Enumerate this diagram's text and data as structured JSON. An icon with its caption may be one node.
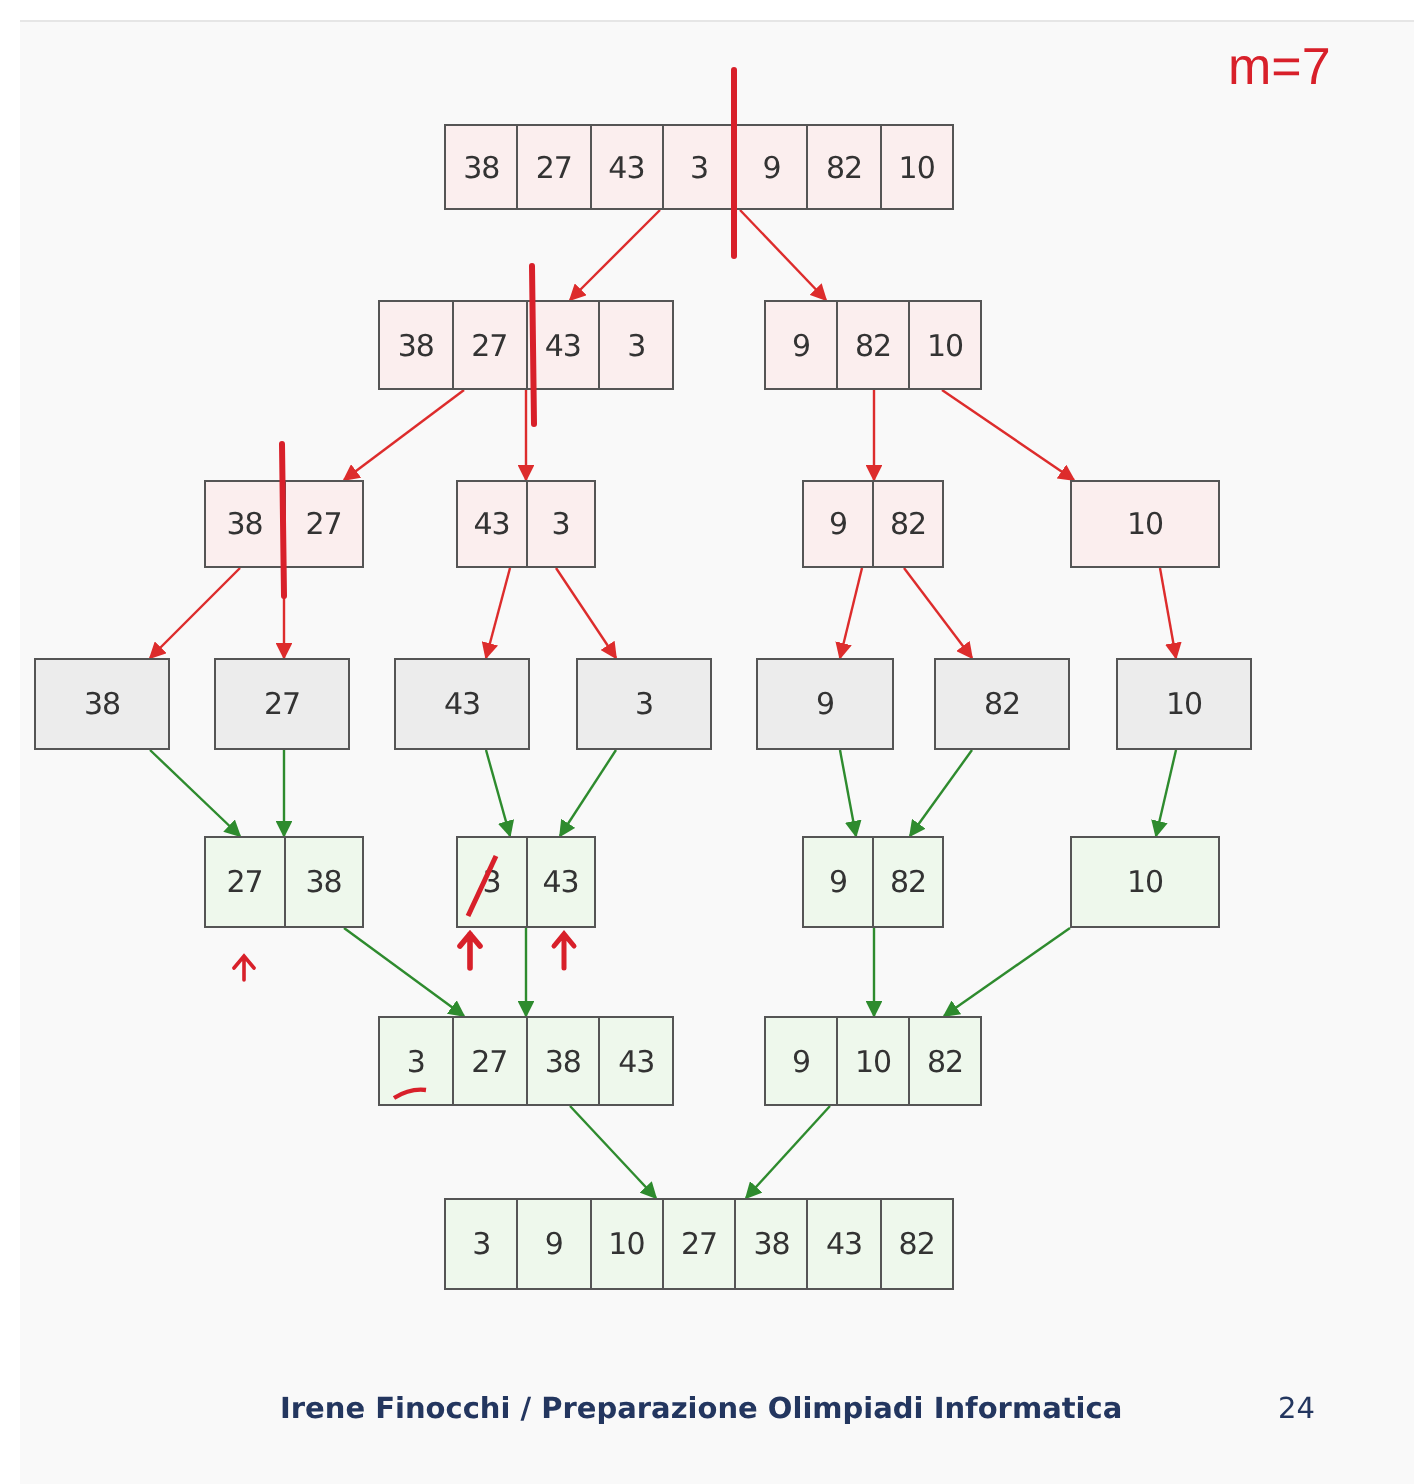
{
  "diagram": {
    "nodes": [
      {
        "text": [
          "38",
          "27",
          "43",
          "3",
          "9",
          "82",
          "10"
        ]
      },
      {
        "text": [
          "38",
          "27",
          "43",
          "3"
        ]
      },
      {
        "text": [
          "9",
          "82",
          "10"
        ]
      },
      {
        "text": [
          "38",
          "27"
        ]
      },
      {
        "text": [
          "43",
          "3"
        ]
      },
      {
        "text": [
          "9",
          "82"
        ]
      },
      {
        "text": [
          "10"
        ]
      },
      {
        "text": [
          "38"
        ]
      },
      {
        "text": [
          "27"
        ]
      },
      {
        "text": [
          "43"
        ]
      },
      {
        "text": [
          "3"
        ]
      },
      {
        "text": [
          "9"
        ]
      },
      {
        "text": [
          "82"
        ]
      },
      {
        "text": [
          "10"
        ]
      },
      {
        "text": [
          "27",
          "38"
        ]
      },
      {
        "text": [
          "3",
          "43"
        ]
      },
      {
        "text": [
          "9",
          "82"
        ]
      },
      {
        "text": [
          "10"
        ]
      },
      {
        "text": [
          "3",
          "27",
          "38",
          "43"
        ]
      },
      {
        "text": [
          "9",
          "10",
          "82"
        ]
      },
      {
        "text": [
          "3",
          "9",
          "10",
          "27",
          "38",
          "43",
          "82"
        ]
      }
    ],
    "edges": [
      {
        "from": 0,
        "to": 1,
        "arrow": "to",
        "color": "#dd2c2c"
      },
      {
        "from": 0,
        "to": 2,
        "arrow": "to",
        "color": "#dd2c2c"
      },
      {
        "from": 1,
        "to": 3,
        "arrow": "to",
        "color": "#dd2c2c"
      },
      {
        "from": 1,
        "to": 4,
        "arrow": "to",
        "color": "#dd2c2c"
      },
      {
        "from": 2,
        "to": 5,
        "arrow": "to",
        "color": "#dd2c2c"
      },
      {
        "from": 2,
        "to": 6,
        "arrow": "to",
        "color": "#dd2c2c"
      },
      {
        "from": 3,
        "to": 7,
        "arrow": "to",
        "color": "#dd2c2c"
      },
      {
        "from": 3,
        "to": 8,
        "arrow": "to",
        "color": "#dd2c2c"
      },
      {
        "from": 4,
        "to": 9,
        "arrow": "to",
        "color": "#dd2c2c"
      },
      {
        "from": 4,
        "to": 10,
        "arrow": "to",
        "color": "#dd2c2c"
      },
      {
        "from": 5,
        "to": 11,
        "arrow": "to",
        "color": "#dd2c2c"
      },
      {
        "from": 5,
        "to": 12,
        "arrow": "to",
        "color": "#dd2c2c"
      },
      {
        "from": 6,
        "to": 13,
        "arrow": "to",
        "color": "#dd2c2c"
      },
      {
        "from": 7,
        "to": 14,
        "arrow": "to",
        "color": "#2e8b2e"
      },
      {
        "from": 8,
        "to": 14,
        "arrow": "to",
        "color": "#2e8b2e"
      },
      {
        "from": 9,
        "to": 15,
        "arrow": "to",
        "color": "#2e8b2e"
      },
      {
        "from": 10,
        "to": 15,
        "arrow": "to",
        "color": "#2e8b2e"
      },
      {
        "from": 11,
        "to": 16,
        "arrow": "to",
        "color": "#2e8b2e"
      },
      {
        "from": 12,
        "to": 16,
        "arrow": "to",
        "color": "#2e8b2e"
      },
      {
        "from": 13,
        "to": 17,
        "arrow": "to",
        "color": "#2e8b2e"
      },
      {
        "from": 14,
        "to": 18,
        "arrow": "to",
        "color": "#2e8b2e"
      },
      {
        "from": 15,
        "to": 18,
        "arrow": "to",
        "color": "#2e8b2e"
      },
      {
        "from": 16,
        "to": 19,
        "arrow": "to",
        "color": "#2e8b2e"
      },
      {
        "from": 17,
        "to": 19,
        "arrow": "to",
        "color": "#2e8b2e"
      },
      {
        "from": 18,
        "to": 20,
        "arrow": "to",
        "color": "#2e8b2e"
      },
      {
        "from": 19,
        "to": 20,
        "arrow": "to",
        "color": "#2e8b2e"
      }
    ],
    "labels": [
      "m=7",
      "Irene Finocchi / Preparazione Olimpiadi Informatica",
      "24"
    ]
  }
}
